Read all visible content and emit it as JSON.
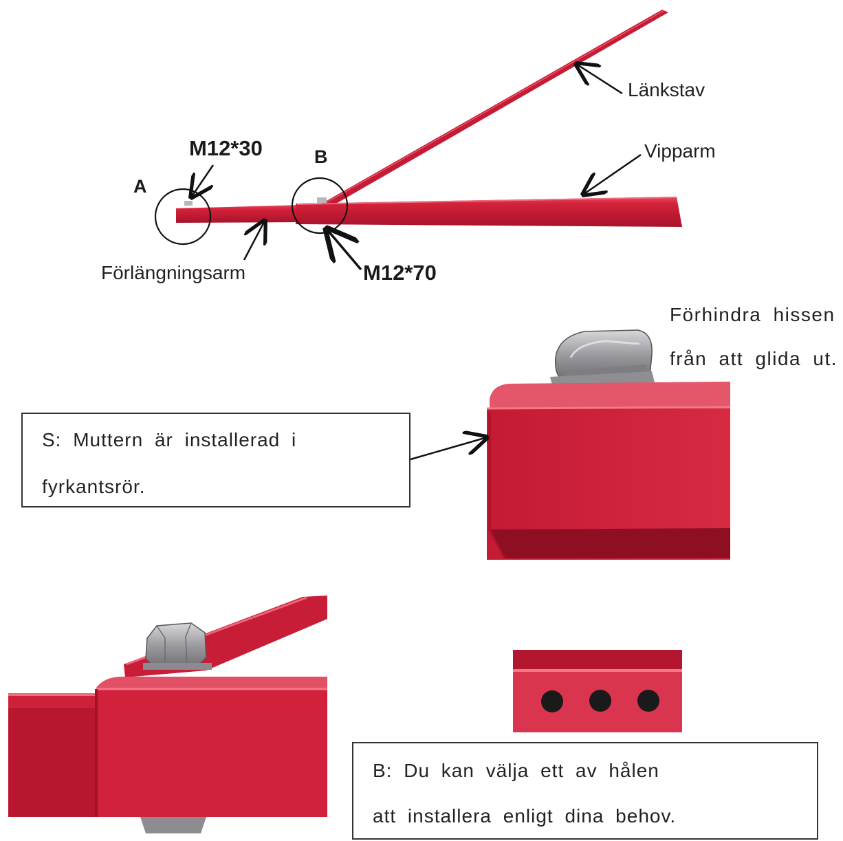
{
  "labels": {
    "lankstav": "Länkstav",
    "vipparm": "Vipparm",
    "forlangningsarm": "Förlängningsarm",
    "bolt_a": "M12*30",
    "bolt_b": "M12*70",
    "point_a": "A",
    "point_b": "B"
  },
  "note_top_right": {
    "line1": "Förhindra hissen",
    "line2": "från att glida ut."
  },
  "callout_s": {
    "line1": "S: Muttern är installerad i",
    "line2": "fyrkantsrör."
  },
  "callout_b": {
    "line1": "B: Du kan välja ett av hålen",
    "line2": "att installera enligt dina behov."
  },
  "colors": {
    "arm_red": "#d3213a",
    "arm_dark": "#9e1228",
    "arm_light": "#e8455a",
    "steel": "#a9a9ad",
    "outline": "#111111"
  }
}
